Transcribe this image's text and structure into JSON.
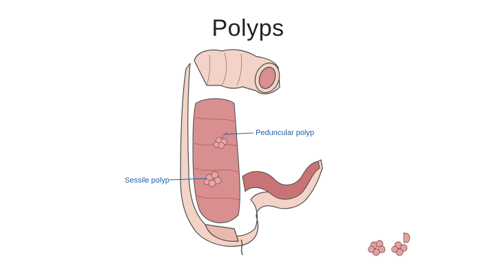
{
  "slide": {
    "title": "Polyps",
    "labels": {
      "peduncular": "Peduncular polyp",
      "sessile": "Sessile polyp"
    },
    "colors": {
      "pointer": "#1f5fa8",
      "mucosa": "#d98e8f",
      "mucosa_dark": "#c87375",
      "serosa": "#f3d3c7",
      "outline": "#4a4a4a",
      "polyp": "#e8a5a7"
    }
  }
}
